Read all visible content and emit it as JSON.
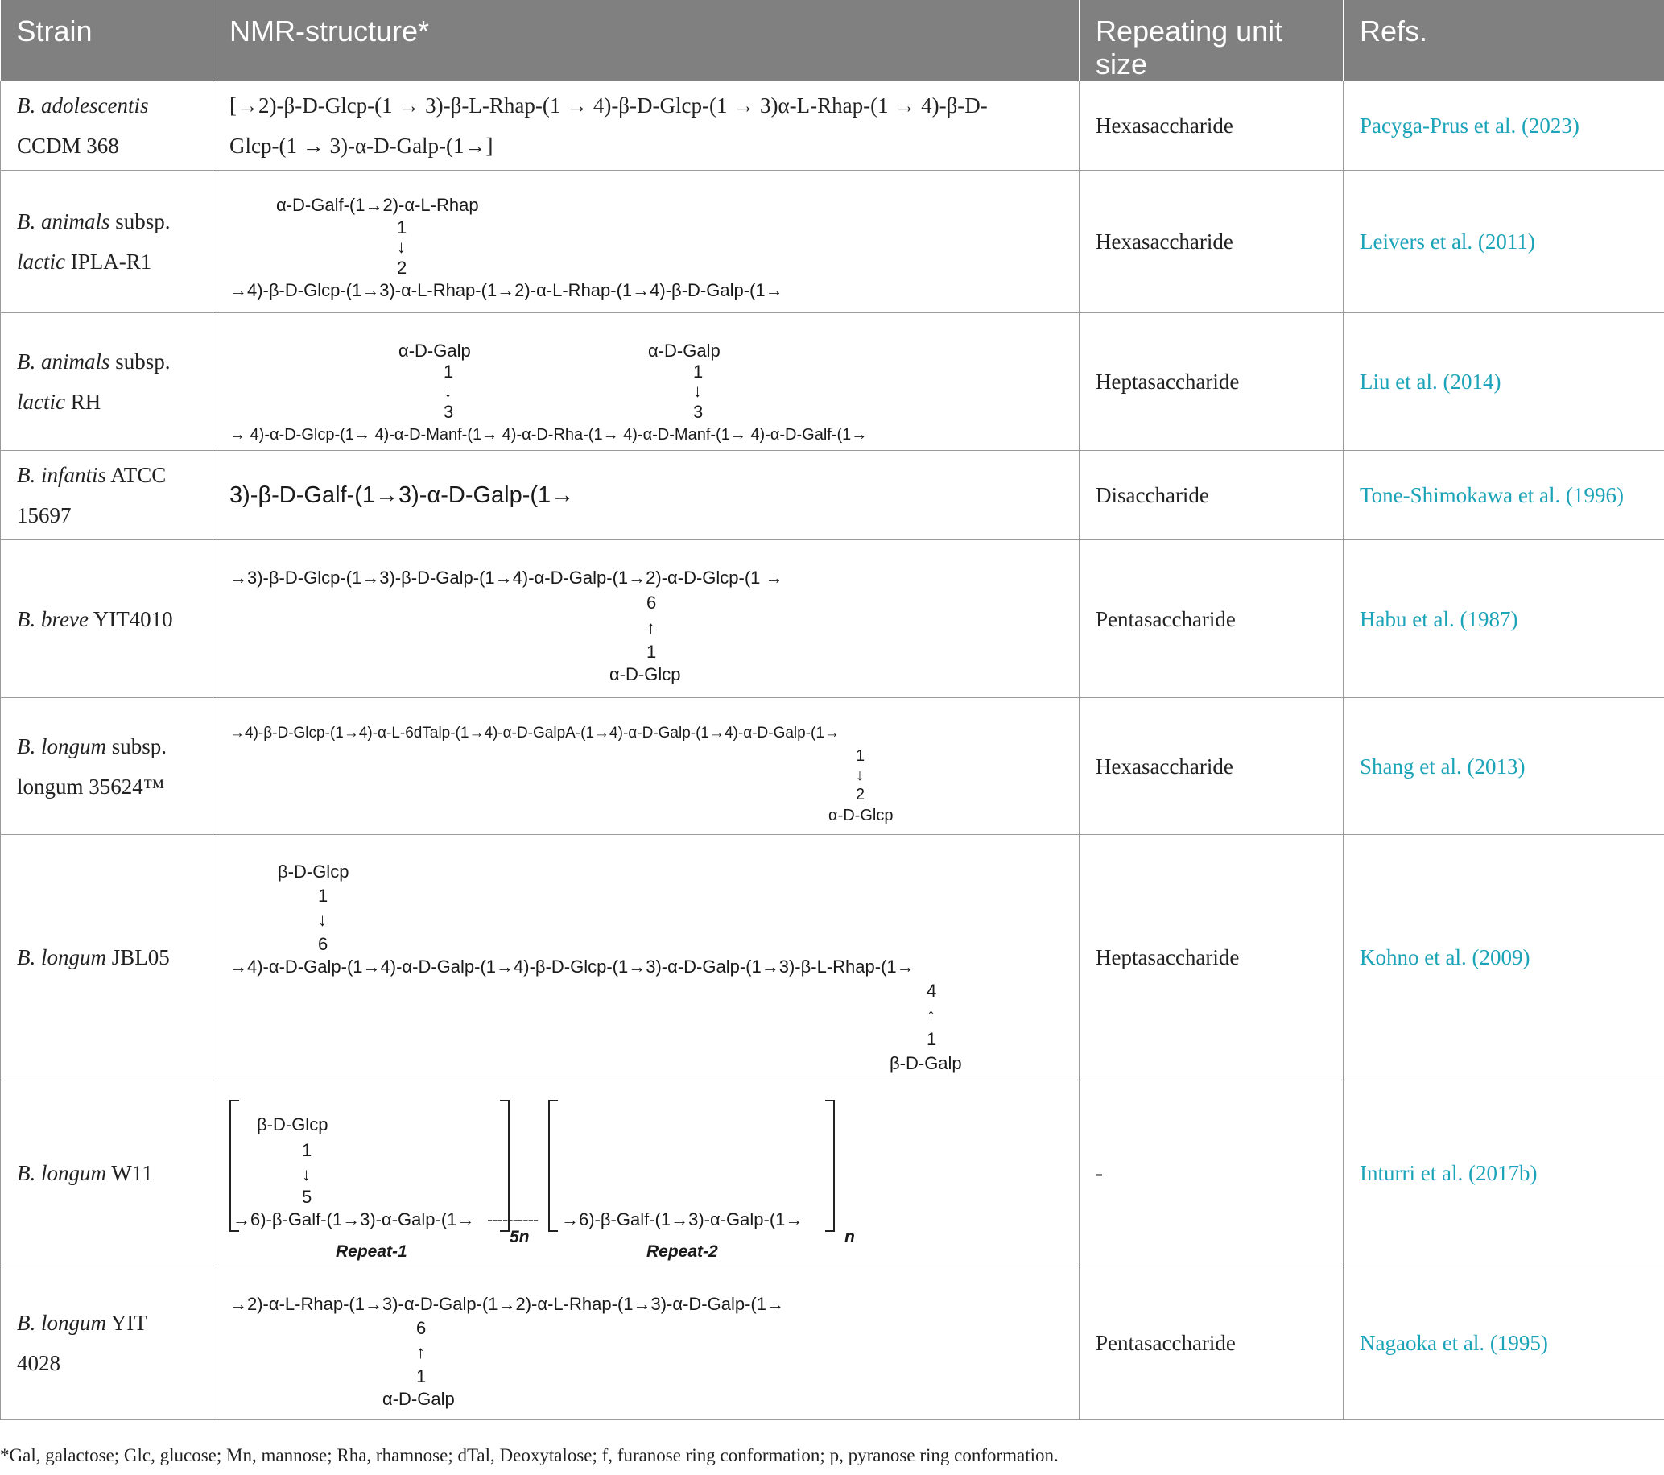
{
  "headers": [
    "Strain",
    "NMR-structure*",
    "Repeating unit size",
    "Refs."
  ],
  "rows": [
    {
      "strain_italic": "B. adolescentis",
      "strain_rest": "CCDM 368",
      "structure_lines": [
        "[→2)-β-D-Glcp-(1 → 3)-β-L-Rhap-(1 → 4)-β-D-Glcp-(1 → 3)α-L-Rhap-(1 → 4)-β-D-",
        "Glcp-(1 → 3)-α-D-Galp-(1→]"
      ],
      "size": "Hexasaccharide",
      "ref": "Pacyga-Prus et al. (2023)"
    },
    {
      "strain_italic": "B. animals",
      "strain_mid": " subsp.",
      "strain_italic2": "lactic",
      "strain_rest": " IPLA-R1",
      "structure": {
        "branch": "α-D-Galf-(1→2)-α-L-Rhap",
        "b1": "1",
        "arrow": "↓",
        "b2": "2",
        "main": "→4)-β-D-Glcp-(1→3)-α-L-Rhap-(1→2)-α-L-Rhap-(1→4)-β-D-Galp-(1→"
      },
      "size": "Hexasaccharide",
      "ref": "Leivers et al. (2011)"
    },
    {
      "strain_italic": "B. animals",
      "strain_mid": " subsp.",
      "strain_italic2": "lactic",
      "strain_rest": " RH",
      "structure": {
        "branch1": "α-D-Galp",
        "branch2": "α-D-Galp",
        "b1": "1",
        "arrow": "↓",
        "b3": "3",
        "main": "→ 4)-α-D-Glcp-(1→ 4)-α-D-Manf-(1→ 4)-α-D-Rha-(1→ 4)-α-D-Manf-(1→ 4)-α-D-Galf-(1→"
      },
      "size": "Heptasaccharide",
      "ref": "Liu et al. (2014)"
    },
    {
      "strain_italic": "B. infantis",
      "strain_rest": " ATCC",
      "strain_line2": "15697",
      "structure": {
        "main": "3)-β-D-Galf-(1→3)-α-D-Galp-(1→"
      },
      "size": "Disaccharide",
      "ref": "Tone-Shimokawa et al. (1996)"
    },
    {
      "strain_italic": "B. breve",
      "strain_rest": " YIT4010",
      "structure": {
        "main": "→3)-β-D-Glcp-(1→3)-β-D-Galp-(1→4)-α-D-Galp-(1→2)-α-D-Glcp-(1 →",
        "b6": "6",
        "arrow": "↑",
        "b1": "1",
        "branch": "α-D-Glcp"
      },
      "size": "Pentasaccharide",
      "ref": "Habu et al. (1987)"
    },
    {
      "strain_italic": "B. longum",
      "strain_rest": " subsp.",
      "strain_line2": "longum 35624™",
      "structure": {
        "main": "→4)-β-D-Glcp-(1→4)-α-L-6dTalp-(1→4)-α-D-GalpA-(1→4)-α-D-Galp-(1→4)-α-D-Galp-(1→",
        "b1": "1",
        "arrow": "↓",
        "b2": "2",
        "branch": "α-D-Glcp"
      },
      "size": "Hexasaccharide",
      "ref": "Shang et al. (2013)"
    },
    {
      "strain_italic": "B. longum",
      "strain_rest": " JBL05",
      "structure": {
        "top_branch": "β-D-Glcp",
        "t1": "1",
        "tarrow": "↓",
        "t6": "6",
        "main": "→4)-α-D-Galp-(1→4)-α-D-Galp-(1→4)-β-D-Glcp-(1→3)-α-D-Galp-(1→3)-β-L-Rhap-(1→",
        "b4": "4",
        "barrow": "↑",
        "b1": "1",
        "bottom_branch": "β-D-Galp"
      },
      "size": "Heptasaccharide",
      "ref": "Kohno et al. (2009)"
    },
    {
      "strain_italic": "B. longum",
      "strain_rest": " W11",
      "structure": {
        "branch": "β-D-Glcp",
        "b1": "1",
        "arrow": "↓",
        "b5": "5",
        "main1": "→6)-β-Galf-(1→3)-α-Galp-(1→",
        "dashes": "----------",
        "main2": "→6)-β-Galf-(1→3)-α-Galp-(1→",
        "sub1": "5n",
        "sub2": "n",
        "label1": "Repeat-1",
        "label2": "Repeat-2"
      },
      "size": "-",
      "ref": "Inturri et al. (2017b)"
    },
    {
      "strain_italic": "B. longum",
      "strain_rest": " YIT",
      "strain_line2": "4028",
      "structure": {
        "main": "→2)-α-L-Rhap-(1→3)-α-D-Galp-(1→2)-α-L-Rhap-(1→3)-α-D-Galp-(1→",
        "b6": "6",
        "arrow": "↑",
        "b1": "1",
        "branch": "α-D-Galp"
      },
      "size": "Pentasaccharide",
      "ref": "Nagaoka et al. (1995)"
    }
  ],
  "footnote": "*Gal, galactose; Glc, glucose; Mn, mannose; Rha, rhamnose; dTal, Deoxytalose; f, furanose ring conformation; p, pyranose ring conformation."
}
